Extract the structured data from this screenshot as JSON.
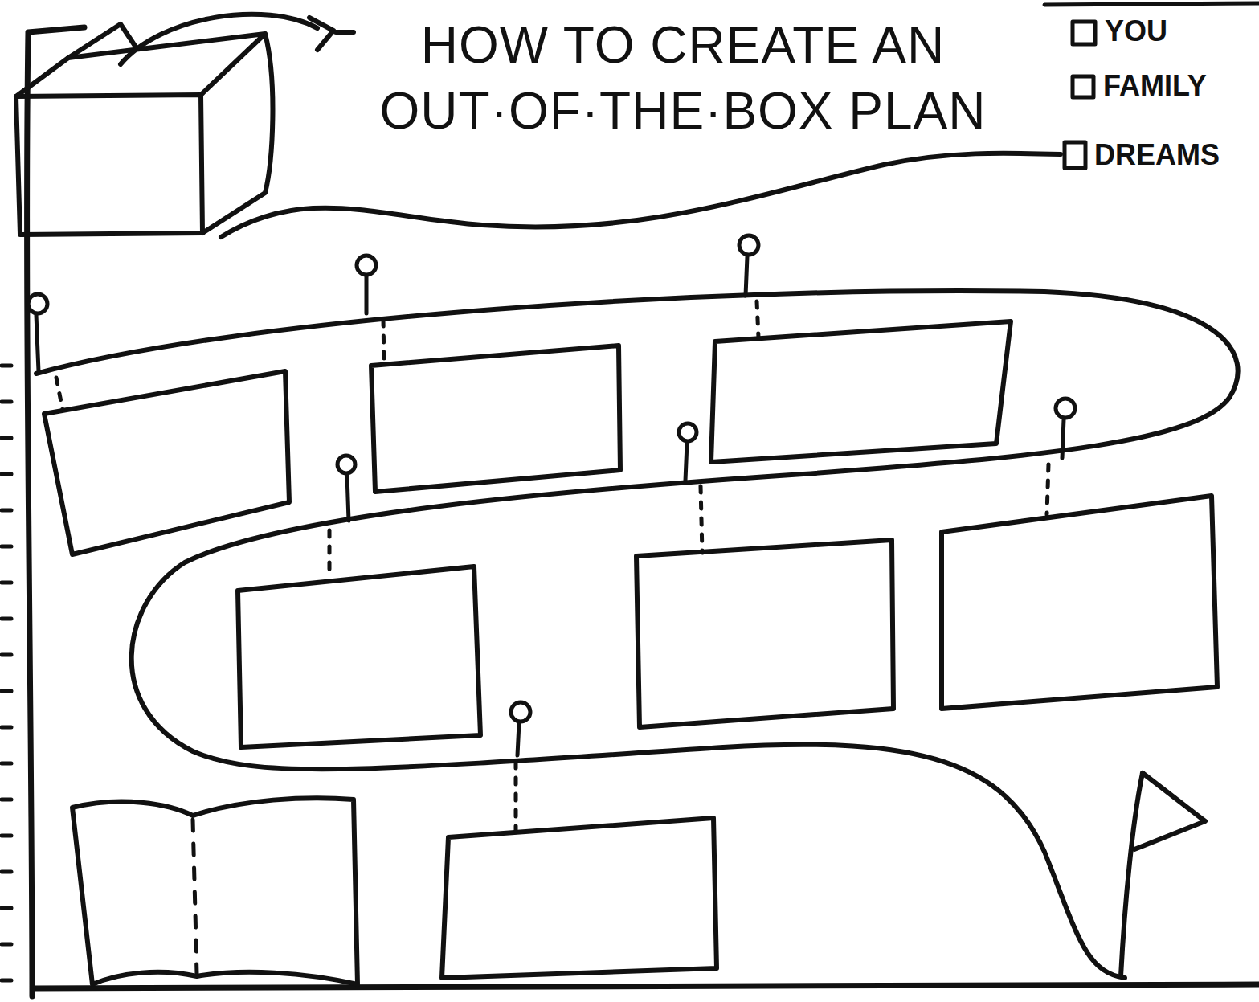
{
  "diagram": {
    "title": "HOW TO CREATE AN OUT·OF·THE·BOX PLAN",
    "labels": [
      "YOU",
      "FAMILY",
      "DREAMS"
    ]
  }
}
